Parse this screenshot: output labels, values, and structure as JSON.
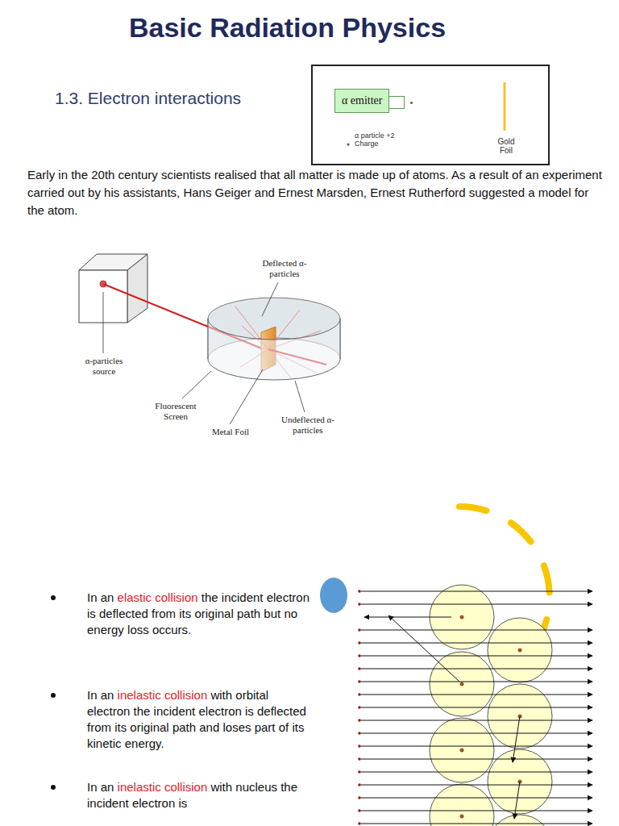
{
  "diagram": {
    "title": "Basic Radiation Physics",
    "nodes": [
      {
        "text": [
          "α particle +2 Charge",
          "Gold Foil"
        ]
      },
      {
        "text": [
          "α emitter"
        ],
        "in": 0
      }
    ],
    "labels": [
      "1.3. Electron interactions",
      "Early in the 20th century scientists realised that all matter is made up of atoms. As a result of an experiment carried out by his assistants, Hans Geiger and Ernest Marsden, Ernest Rutherford suggested a model for the atom.",
      "Deflected α-particles",
      "α-particles source",
      "Fluorescent Screen",
      "Metal Foil",
      "Undeflected α-particles",
      "In an elastic collision the incident electron is deflected from its original path but no energy loss occurs.",
      "In an inelastic collision with orbital electron the incident electron is deflected from its original path and loses part of its kinetic energy.",
      "In an inelastic collision with nucleus the incident electron is"
    ]
  }
}
